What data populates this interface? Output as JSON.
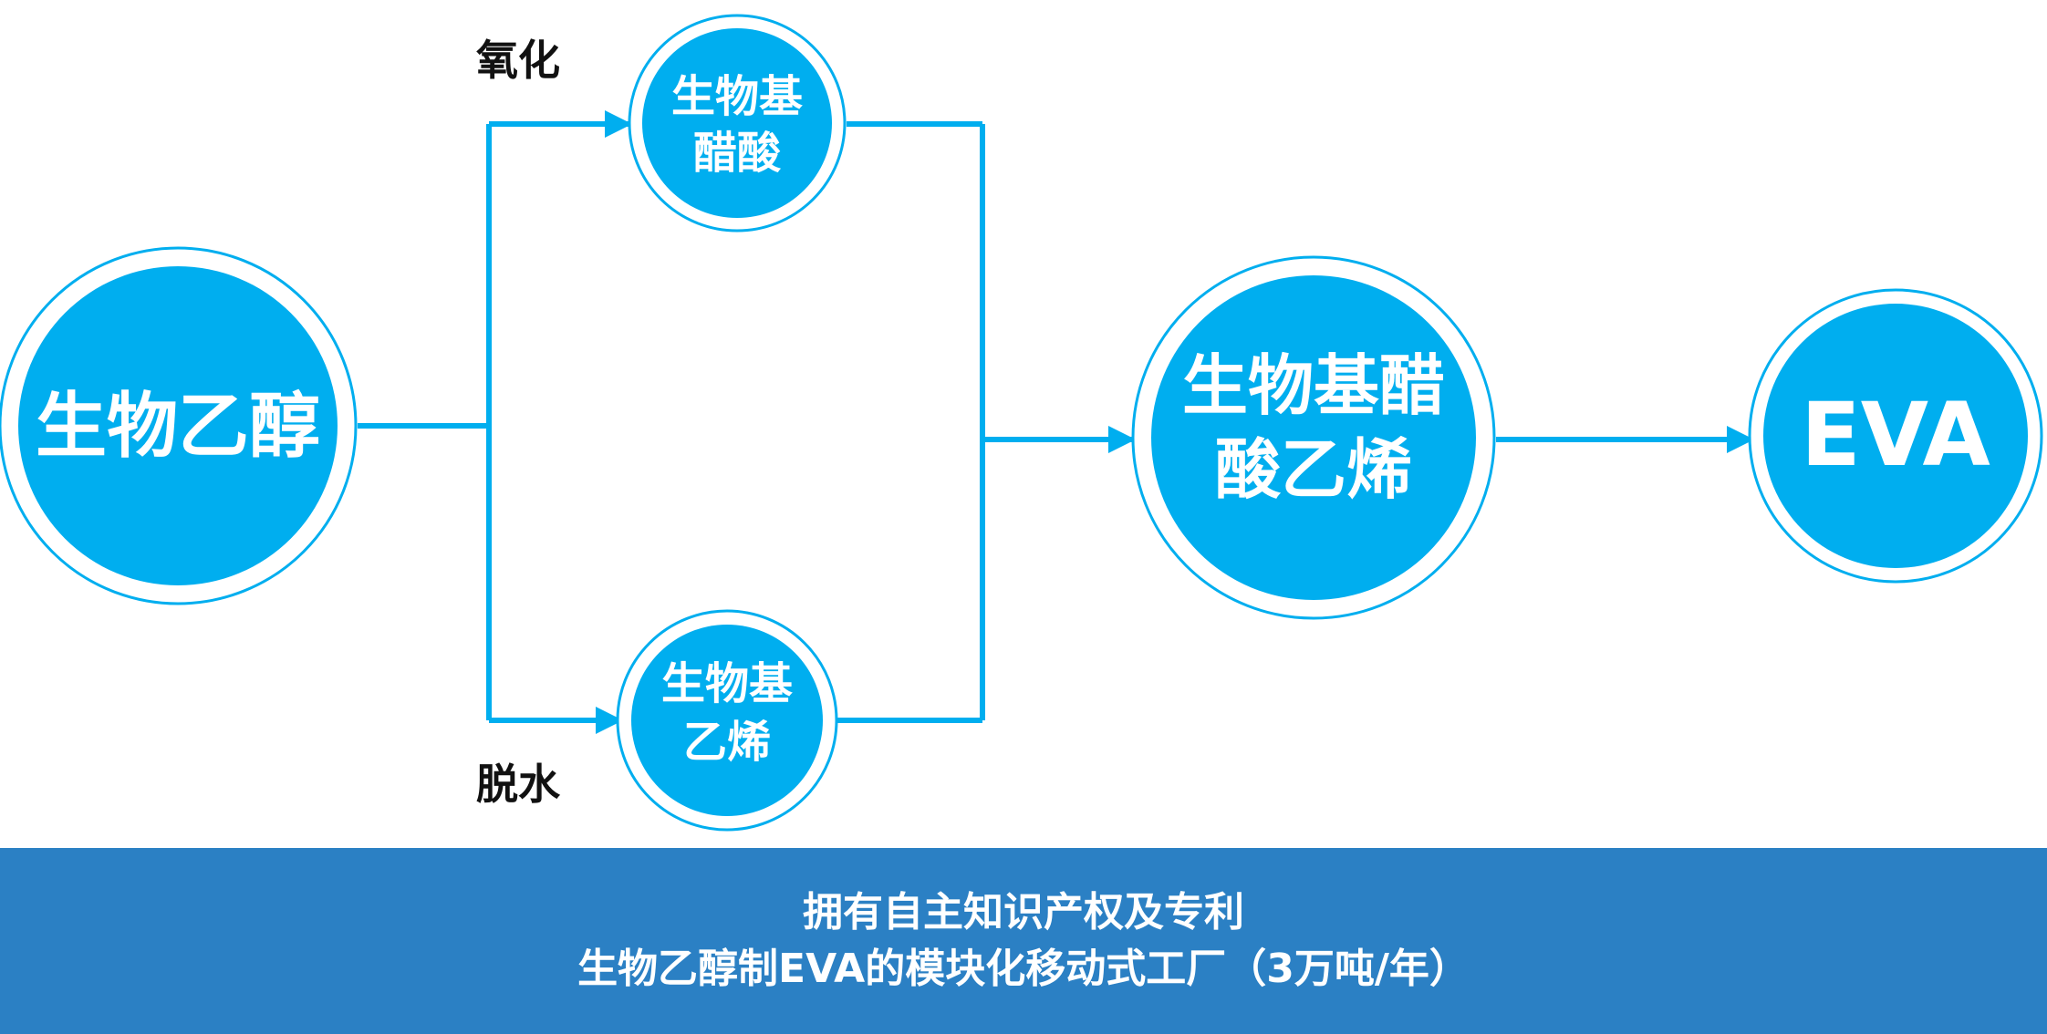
{
  "colors": {
    "node_fill": "#00aeef",
    "node_ring": "#00aeef",
    "connector": "#00aeef",
    "banner_bg": "#2b80c4",
    "banner_text": "#ffffff",
    "step_label": "#111111"
  },
  "nodes": {
    "ethanol": {
      "lines": [
        "生物乙醇"
      ]
    },
    "acetic_acid": {
      "lines": [
        "生物基",
        "醋酸"
      ]
    },
    "ethylene": {
      "lines": [
        "生物基",
        "乙烯"
      ]
    },
    "vinyl_acetate": {
      "lines": [
        "生物基醋",
        "酸乙烯"
      ]
    },
    "eva": {
      "lines": [
        "EVA"
      ]
    }
  },
  "edges": {
    "oxidation_label": "氧化",
    "dehydration_label": "脱水"
  },
  "banner": {
    "line1": "拥有自主知识产权及专利",
    "line2": "生物乙醇制EVA的模块化移动式工厂（3万吨/年）"
  }
}
